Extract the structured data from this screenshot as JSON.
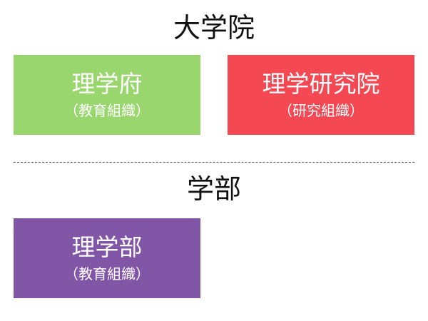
{
  "graduate_section": {
    "title": "大学院",
    "boxes": [
      {
        "label": "理学府",
        "sublabel": "（教育組織）",
        "color": "#99d66d"
      },
      {
        "label": "理学研究院",
        "sublabel": "（研究組織）",
        "color": "#f44853"
      }
    ]
  },
  "undergraduate_section": {
    "title": "学部",
    "boxes": [
      {
        "label": "理学部",
        "sublabel": "（教育組織）",
        "color": "#8256a6"
      }
    ]
  }
}
